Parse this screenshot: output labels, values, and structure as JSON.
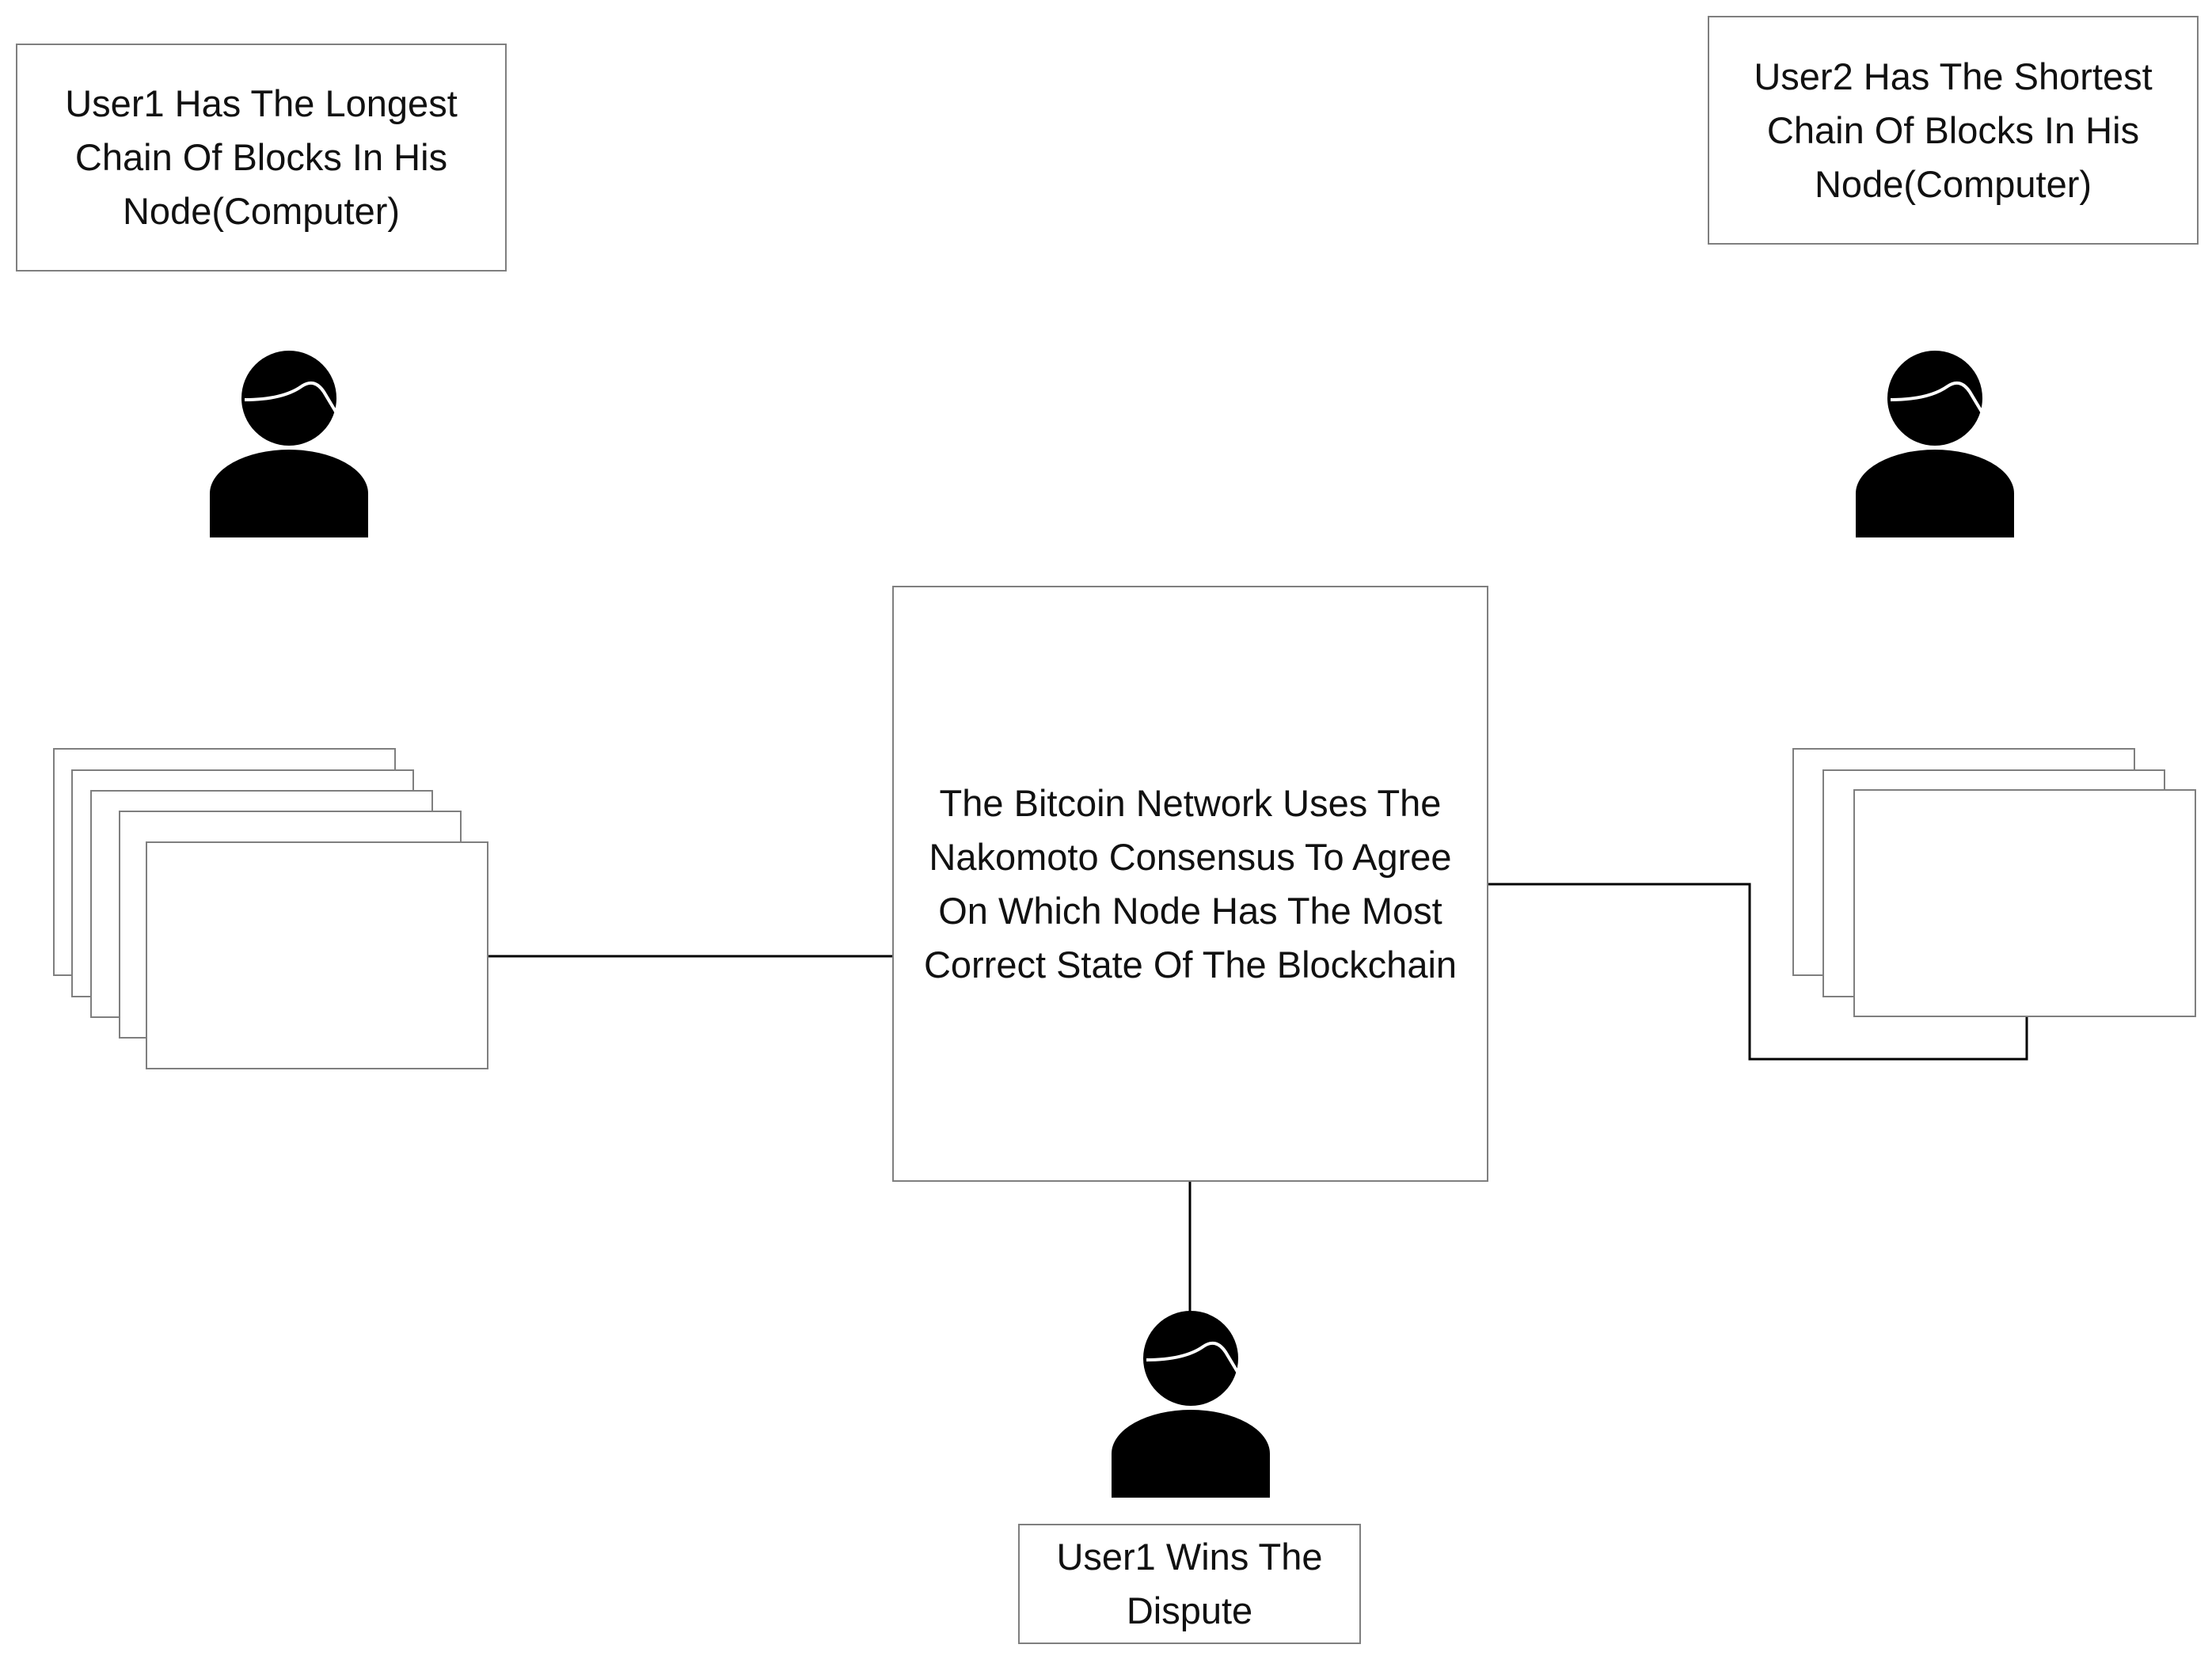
{
  "diagram": {
    "user1_note": "User1 Has The Longest\nChain Of Blocks In His\nNode(Computer)",
    "user2_note": "User2 Has The Shortest\nChain Of Blocks In His\nNode(Computer)",
    "network_note": "The Bitcoin Network Uses The\nNakomoto Consensus To Agree\nOn Which Node Has The Most\nCorrect State Of The Blockchain",
    "result_note": "User1 Wins The\nDispute",
    "user1_chain_blocks": 5,
    "user2_chain_blocks": 3
  }
}
